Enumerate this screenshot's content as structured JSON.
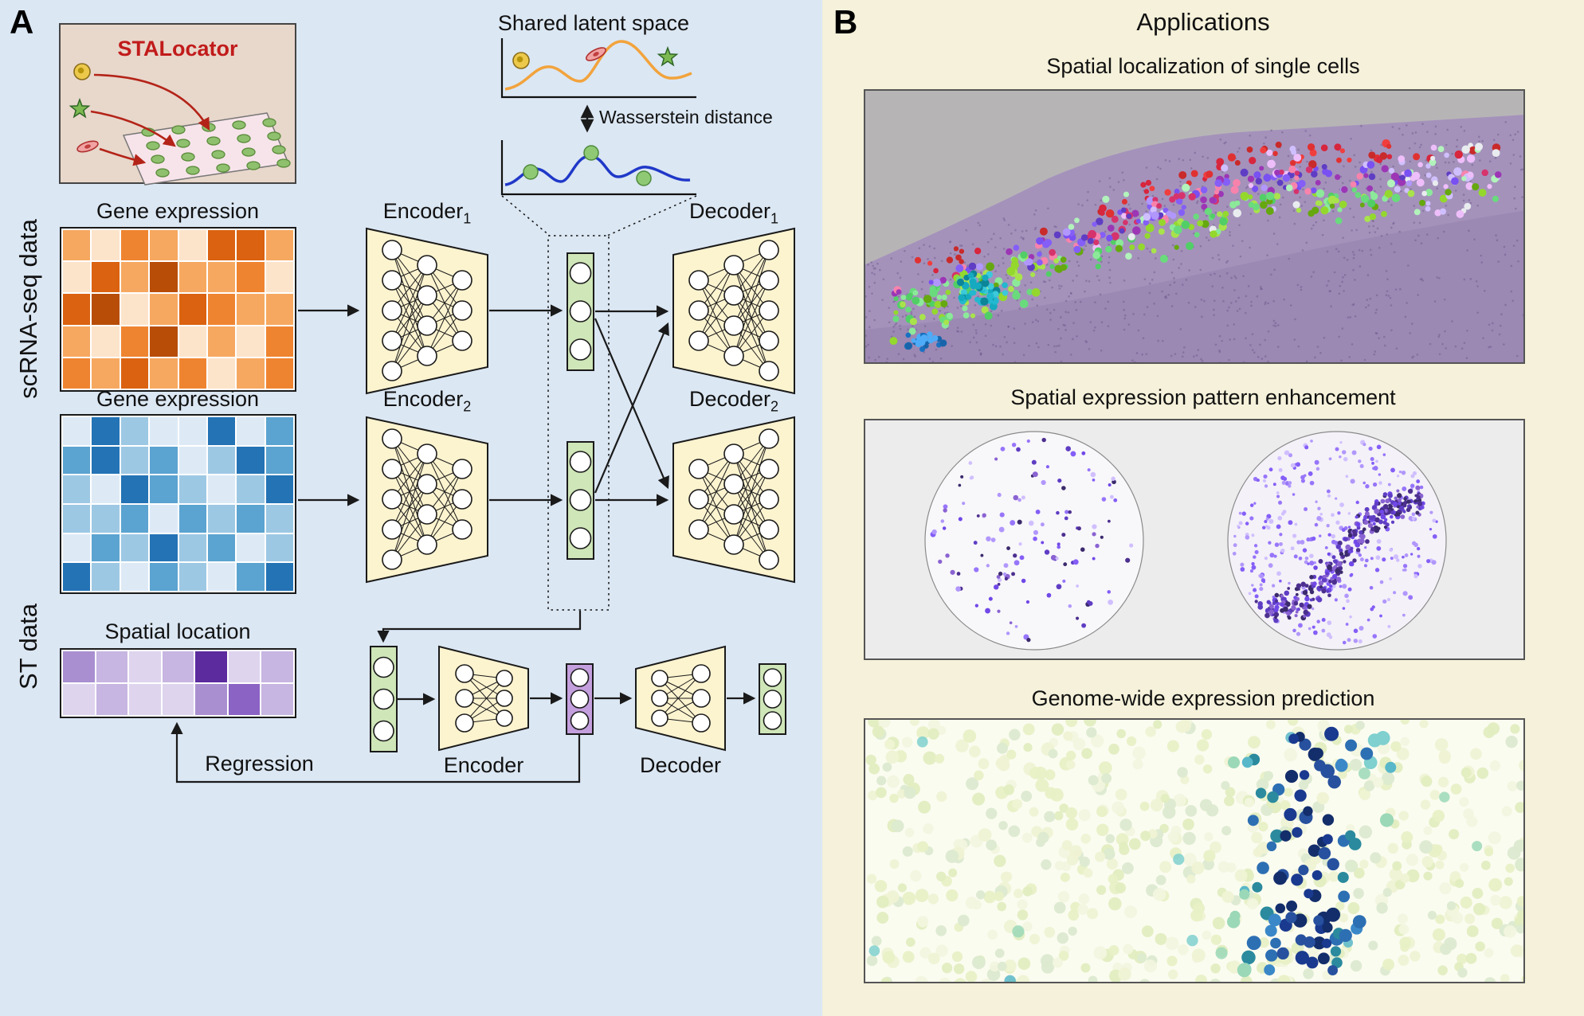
{
  "panel_a": {
    "label": "A",
    "stalocator_title": "STALocator",
    "shared_latent_title": "Shared latent space",
    "wasserstein_label": "Wasserstein distance",
    "scrna_label": "scRNA-seq data",
    "st_label": "ST data",
    "gene_expression_title_1": "Gene expression",
    "gene_expression_title_2": "Gene expression",
    "spatial_location_title": "Spatial location",
    "encoder1": {
      "base": "Encoder",
      "sub": "1"
    },
    "encoder2": {
      "base": "Encoder",
      "sub": "2"
    },
    "decoder1": {
      "base": "Decoder",
      "sub": "1"
    },
    "decoder2": {
      "base": "Decoder",
      "sub": "2"
    },
    "bottom_encoder_label": "Encoder",
    "bottom_decoder_label": "Decoder",
    "regression_label": "Regression"
  },
  "panel_b": {
    "label": "B",
    "title": "Applications",
    "sections": [
      {
        "title": "Spatial localization of single cells"
      },
      {
        "title": "Spatial expression pattern enhancement"
      },
      {
        "title": "Genome-wide expression prediction"
      }
    ]
  },
  "heatmaps": {
    "orange": {
      "rows": 5,
      "cols": 8,
      "cells": [
        [
          "#f6a860",
          "#fce4cb",
          "#ef8430",
          "#f6a860",
          "#fce4cb",
          "#da6210",
          "#da6210",
          "#f6a860"
        ],
        [
          "#fce4cb",
          "#da6210",
          "#f6a860",
          "#b84d08",
          "#f6a860",
          "#f6a860",
          "#ef8430",
          "#fce4cb"
        ],
        [
          "#da6210",
          "#b84d08",
          "#fce4cb",
          "#f6a860",
          "#da6210",
          "#ef8430",
          "#f6a860",
          "#f6a860"
        ],
        [
          "#f6a860",
          "#fce4cb",
          "#ef8430",
          "#b84d08",
          "#fce4cb",
          "#f6a860",
          "#fce4cb",
          "#ef8430"
        ],
        [
          "#ef8430",
          "#f6a860",
          "#da6210",
          "#f6a860",
          "#ef8430",
          "#fce4cb",
          "#f6a860",
          "#ef8430"
        ]
      ]
    },
    "blue": {
      "rows": 6,
      "cols": 8,
      "cells": [
        [
          "#ddeaf6",
          "#2373b5",
          "#9dc8e4",
          "#ddeaf6",
          "#ddeaf6",
          "#2373b5",
          "#ddeaf6",
          "#5ba3d0"
        ],
        [
          "#5ba3d0",
          "#2373b5",
          "#9dc8e4",
          "#5ba3d0",
          "#ddeaf6",
          "#9dc8e4",
          "#2373b5",
          "#5ba3d0"
        ],
        [
          "#9dc8e4",
          "#ddeaf6",
          "#2373b5",
          "#5ba3d0",
          "#9dc8e4",
          "#ddeaf6",
          "#9dc8e4",
          "#2373b5"
        ],
        [
          "#9dc8e4",
          "#9dc8e4",
          "#5ba3d0",
          "#ddeaf6",
          "#5ba3d0",
          "#9dc8e4",
          "#5ba3d0",
          "#9dc8e4"
        ],
        [
          "#ddeaf6",
          "#5ba3d0",
          "#9dc8e4",
          "#2373b5",
          "#9dc8e4",
          "#5ba3d0",
          "#ddeaf6",
          "#9dc8e4"
        ],
        [
          "#2373b5",
          "#9dc8e4",
          "#ddeaf6",
          "#5ba3d0",
          "#9dc8e4",
          "#ddeaf6",
          "#5ba3d0",
          "#2373b5"
        ]
      ]
    },
    "purple": {
      "rows": 2,
      "cols": 7,
      "cells": [
        [
          "#a98fd0",
          "#c7b5e2",
          "#ded4ee",
          "#c7b5e2",
          "#5c2b9e",
          "#ded4ee",
          "#c7b5e2"
        ],
        [
          "#ded4ee",
          "#c7b5e2",
          "#ded4ee",
          "#ded4ee",
          "#a98fd0",
          "#8a63c4",
          "#c7b5e2"
        ]
      ]
    }
  },
  "colors": {
    "panel_a_bg": "#dbe7f3",
    "panel_b_bg": "#f5f1da",
    "trapezoid_fill": "#fcf3cf",
    "latent_green": "#cfe6b8",
    "latent_purple": "#c49fdd",
    "stalocator_bg": "#e8d7cb",
    "stalocator_title": "#c11b1b",
    "orange_curve": "#f2a33c",
    "blue_curve": "#2038c8",
    "node_stroke": "#1a1a1a",
    "fig1_palettes": {
      "reds": [
        "#d7263d",
        "#e03131",
        "#c92a2a",
        "#f03e3e"
      ],
      "mids": [
        "#9c36b5",
        "#845ef7",
        "#f783ac",
        "#5f3dc4",
        "#7950f2",
        "#d6336c",
        "#b197fc"
      ],
      "greens": [
        "#69db7c",
        "#94d82d",
        "#51cf66",
        "#a9e34b",
        "#8ce99a",
        "#66a80f"
      ],
      "lights": [
        "#d0bfff",
        "#eebefa",
        "#e9ecef",
        "#b2f2bb"
      ],
      "teal": [
        "#15aabf",
        "#22b8cf",
        "#0c8599",
        "#3bc9db"
      ],
      "blue": [
        "#1971c2",
        "#1864ab",
        "#4dabf7"
      ],
      "tissue": "#a492bb",
      "background_gray": "#b7b4b6"
    },
    "fig2_palettes": {
      "dark_purple": [
        "#4c2f8f",
        "#5f3dc4",
        "#3b2a6d",
        "#7048e8",
        "#8a63d2"
      ],
      "light_purple": [
        "#b197fc",
        "#9775fa",
        "#d0bfff",
        "#845ef7"
      ],
      "background": "#ececec",
      "circle_fill": "#f8f7fa"
    },
    "fig3_palettes": {
      "light_green": [
        "#e8f0c6",
        "#eff3d4",
        "#e2edc0",
        "#f2f5de",
        "#dcead0"
      ],
      "dark_blue": [
        "#132e6b",
        "#1a3a8f",
        "#27519e"
      ],
      "mid_blue": [
        "#2d6fb3",
        "#3a88c8",
        "#2b8a9e"
      ],
      "teal": [
        "#58b7c9",
        "#7fd0cf",
        "#9bd8b8"
      ],
      "background": "#fbfcf0"
    }
  }
}
